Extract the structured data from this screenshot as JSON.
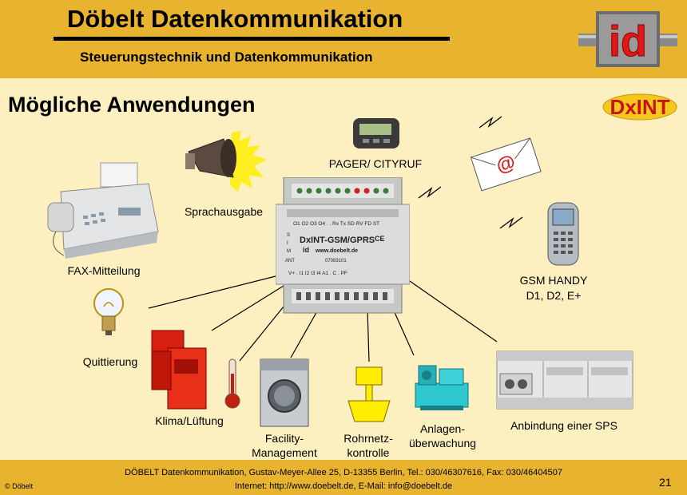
{
  "header": {
    "company": "Döbelt Datenkommunikation",
    "tagline": "Steuerungstechnik und Datenkommunikation",
    "logo_text": "id"
  },
  "title": "Mögliche Anwendungen",
  "badge": "DxINT",
  "device": {
    "top_labels": "O1 O2 O3 O4 . . Rx Tx SD RV FD ST",
    "name": "DxINT-GSM/GPRS",
    "url": "www.doebelt.de",
    "serial": "07083101",
    "side_labels": [
      "S",
      "I",
      "M",
      "ANT"
    ],
    "bottom_labels": "V+ . I1 I2 I3 I4 A1 . C . PF",
    "ce": "CE",
    "brand": "id"
  },
  "apps": {
    "pager": "PAGER/ CITYRUF",
    "voice": "Sprachausgabe",
    "fax": "FAX-Mitteilung",
    "gsm": [
      "GSM HANDY",
      "D1, D2, E+"
    ],
    "ack": "Quittierung",
    "climate": "Klima/Lüftung",
    "facility": [
      "Facility-",
      "Management"
    ],
    "pipe": [
      "Rohrnetz-",
      "kontrolle"
    ],
    "plant": [
      "Anlagen-",
      "überwachung"
    ],
    "sps": "Anbindung einer SPS"
  },
  "email_symbol": "@",
  "footer": {
    "line1": "DÖBELT Datenkommunikation, Gustav-Meyer-Allee 25, D-13355 Berlin, Tel.: 030/46307616, Fax: 030/46404507",
    "line2": "Internet: http://www.doebelt.de, E-Mail: info@doebelt.de",
    "copyright": "© Döbelt",
    "page": "21"
  },
  "icons": [
    "id-logo-icon",
    "dxint-logo-icon",
    "pager-icon",
    "megaphone-icon",
    "envelope-icon",
    "fax-icon",
    "mobile-phone-icon",
    "light-bulb-icon",
    "boiler-icon",
    "thermometer-icon",
    "washing-machine-icon",
    "valve-icon",
    "compressor-icon",
    "plc-icon",
    "signal-icon"
  ]
}
